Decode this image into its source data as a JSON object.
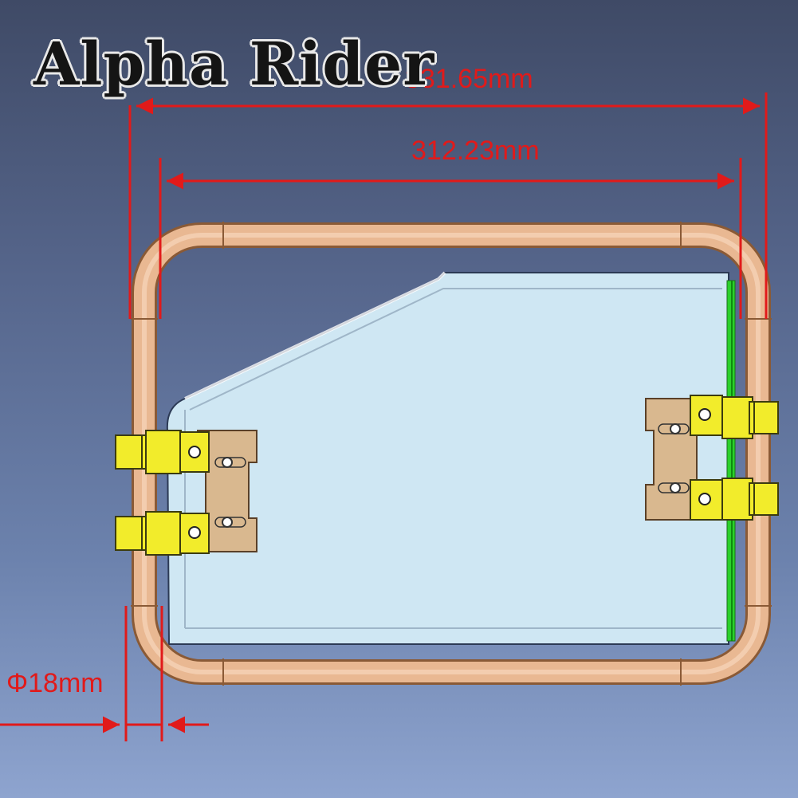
{
  "watermark": "Alpha Rider",
  "dimensions": {
    "outer_width": "331.65mm",
    "inner_width": "312.23mm",
    "tube_diameter": "Φ18mm"
  },
  "colors": {
    "dimension": "#e11a1a",
    "tube": "#e9b892",
    "tube_edge": "#8a5a36",
    "plate": "#cfe7f3",
    "bracket_yellow": "#f2ec2b",
    "bracket_tan": "#d9b88f",
    "hinge_green": "#2bd12b"
  }
}
